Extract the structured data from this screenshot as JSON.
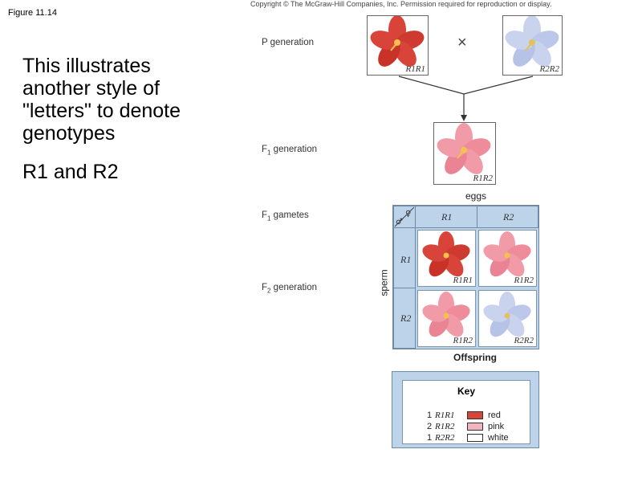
{
  "figure_label": "Figure 11.14",
  "caption": {
    "line1": "This illustrates another style of \"letters\" to denote genotypes",
    "line2": "R1 and R2"
  },
  "copyright": "Copyright © The McGraw-Hill Companies, Inc. Permission required for reproduction or display.",
  "generations": {
    "p": {
      "label": "P generation",
      "left_genotype": "R1R1",
      "right_genotype": "R2R2",
      "cross_symbol": "×"
    },
    "f1": {
      "label_prefix": "F",
      "label_sub": "1",
      "label_suffix": " generation",
      "genotype": "R1R2"
    },
    "f1_gametes": {
      "label_prefix": "F",
      "label_sub": "1",
      "label_suffix": " gametes"
    },
    "f2": {
      "label_prefix": "F",
      "label_sub": "2",
      "label_suffix": " generation"
    }
  },
  "punnett": {
    "eggs_label": "eggs",
    "sperm_label": "sperm",
    "corner_symbols": "♂♀",
    "col_headers": [
      "R1",
      "R2"
    ],
    "row_headers": [
      "R1",
      "R2"
    ],
    "cells": [
      {
        "genotype": "R1R1",
        "color": "red"
      },
      {
        "genotype": "R1R2",
        "color": "pink"
      },
      {
        "genotype": "R1R2",
        "color": "pink"
      },
      {
        "genotype": "R2R2",
        "color": "white"
      }
    ],
    "offspring_label": "Offspring"
  },
  "key": {
    "title": "Key",
    "rows": [
      {
        "count": "1",
        "genotype": "R1R1",
        "label": "red",
        "swatch": "#d9443a"
      },
      {
        "count": "2",
        "genotype": "R1R2",
        "label": "pink",
        "swatch": "#f3b4bd"
      },
      {
        "count": "1",
        "genotype": "R2R2",
        "label": "white",
        "swatch": "#ffffff"
      }
    ]
  },
  "colors": {
    "red_flower": "#d9443a",
    "pink_flower": "#f19aa8",
    "white_flower": "#c9d3ee",
    "grid_bg": "#bcd3ea"
  }
}
